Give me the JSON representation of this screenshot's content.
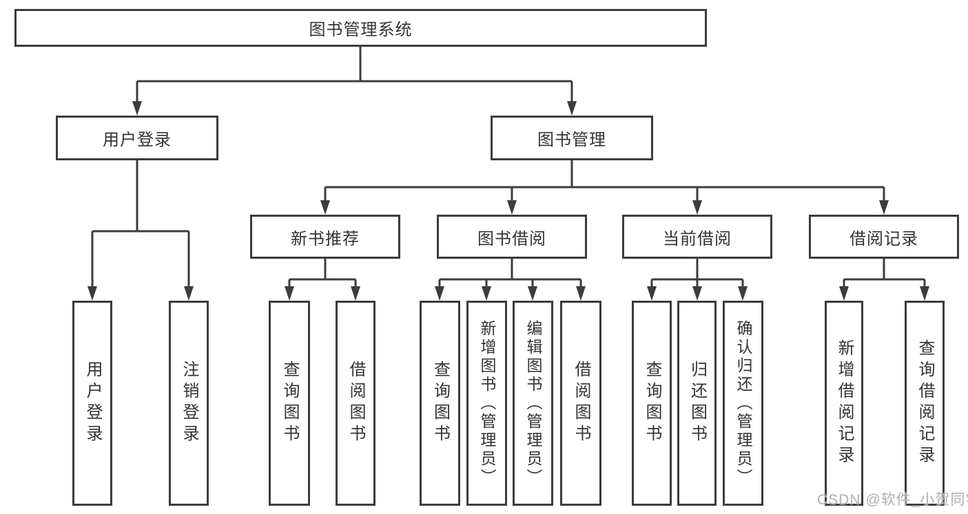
{
  "diagram": {
    "title": "图书管理系统",
    "colors": {
      "line": "#3c3c3c",
      "text": "#333333",
      "watermark": "#aab0b6",
      "background": "#ffffff"
    },
    "nodes": {
      "root": "图书管理系统",
      "user_login": "用户登录",
      "book_management": "图书管理",
      "new_book_recommend": "新书推荐",
      "book_borrow": "图书借阅",
      "current_borrow": "当前借阅",
      "borrow_records": "借阅记录",
      "leaf_user_login": "用户登录",
      "leaf_logout": "注销登录",
      "rec_query_books": "查询图书",
      "rec_borrow_books": "借阅图书",
      "bb_query_books": "查询图书",
      "bb_add_books": "新增图书（管理员）",
      "bb_edit_books": "编辑图书（管理员）",
      "bb_borrow_books": "借阅图书",
      "cb_query_books": "查询图书",
      "cb_return_books": "归还图书",
      "cb_confirm_return": "确认归还（管理员）",
      "br_add_record": "新增借阅记录",
      "br_query_record": "查询借阅记录"
    },
    "watermark": "CSDN @软件_小贺同学"
  }
}
